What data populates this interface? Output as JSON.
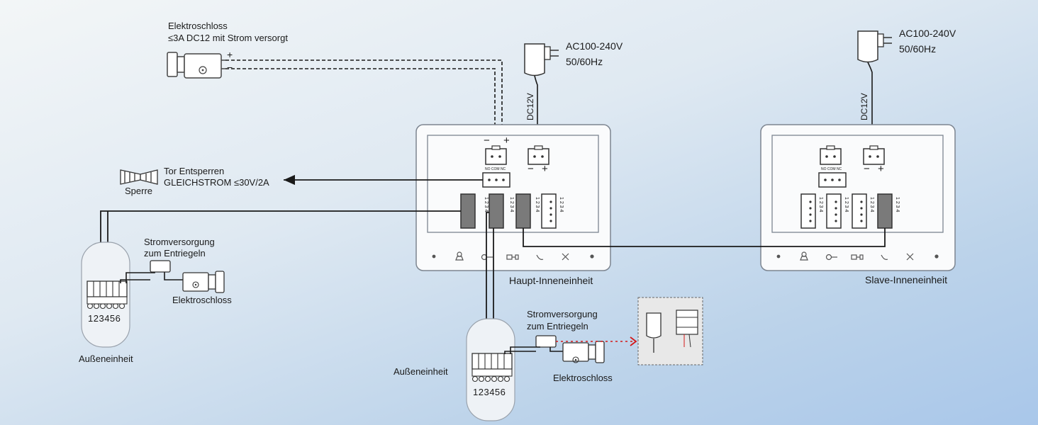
{
  "lock_top": {
    "title": "Elektroschloss",
    "spec": "≤3A DC12 mit Strom versorgt",
    "plus": "+",
    "minus": "−"
  },
  "power_main": {
    "line1": "AC100-240V",
    "line2": "50/60Hz",
    "dc": "DC12V"
  },
  "power_slave": {
    "line1": "AC100-240V",
    "line2": "50/60Hz",
    "dc": "DC12V"
  },
  "gate": {
    "line1": "Tor Entsperren",
    "line2": "GLEICHSTROM ≤30V/2A",
    "barrier": "Sperre"
  },
  "main_unit": {
    "label": "Haupt-Inneneinheit",
    "relay_pins": "NO COM NC",
    "pin_numbers": "1 2 3 4",
    "dc_minus": "−",
    "dc_plus": "+",
    "lock_minus": "−",
    "lock_plus": "+"
  },
  "slave_unit": {
    "label": "Slave-Inneneinheit",
    "relay_pins": "NO COM NC",
    "pin_numbers": "1 2 3 4",
    "dc_minus": "−",
    "dc_plus": "+"
  },
  "outdoor_left": {
    "label": "Außeneinheit",
    "terminals": "123456",
    "supply_line1": "Stromversorgung",
    "supply_line2": "zum Entriegeln",
    "lock": "Elektroschloss"
  },
  "outdoor_bottom": {
    "label": "Außeneinheit",
    "terminals": "123456",
    "supply_line1": "Stromversorgung",
    "supply_line2": "zum Entriegeln",
    "lock": "Elektroschloss"
  },
  "colors": {
    "wire": "#1a1a1a",
    "connector_fill": "#7a7a7a",
    "dotted_arrow": "#d41818",
    "unit_outline": "#7d8590"
  }
}
